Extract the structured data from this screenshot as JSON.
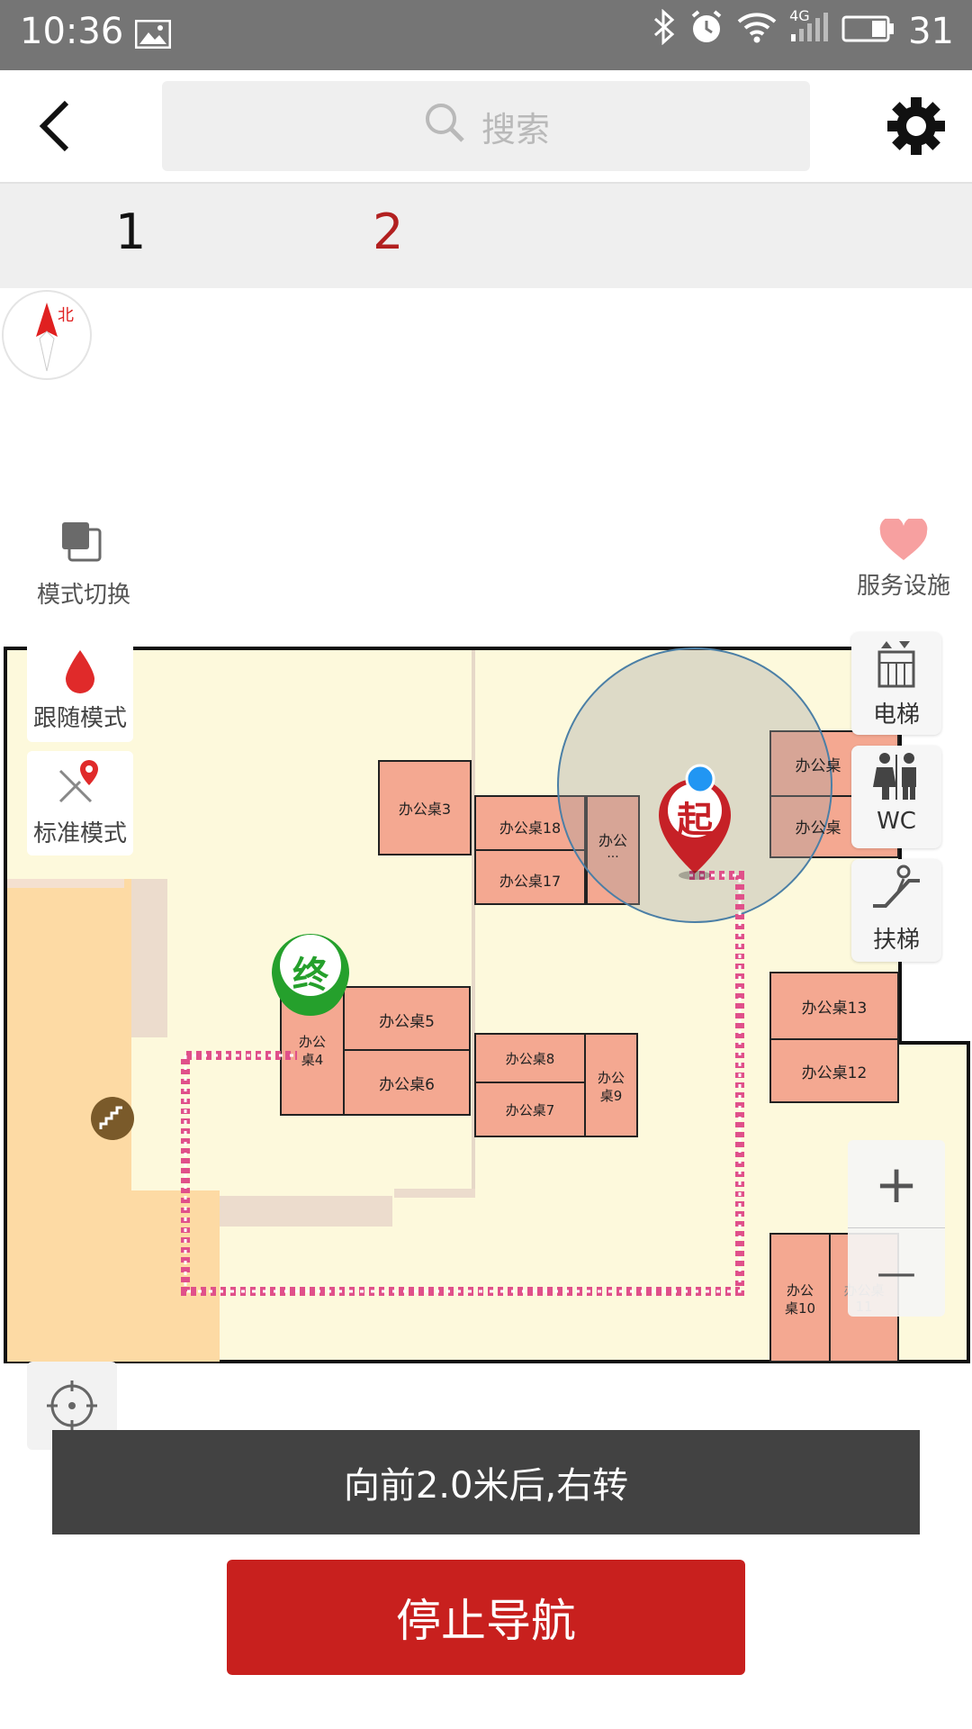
{
  "status": {
    "time": "10:36",
    "network": "4G",
    "battery": "31"
  },
  "header": {
    "search_placeholder": "搜索"
  },
  "floors": {
    "tab1": "1",
    "tab2": "2",
    "active_color": "#b22020"
  },
  "compass": {
    "label": "北"
  },
  "left_tools": {
    "mode_switch": "模式切换",
    "follow_mode": "跟随模式",
    "standard_mode": "标准模式"
  },
  "right_tools": {
    "services": "服务设施",
    "elevator": "电梯",
    "wc": "WC",
    "escalator": "扶梯"
  },
  "zoom": {
    "in": "+",
    "out": "—"
  },
  "map": {
    "markers": {
      "start": "起",
      "end": "终"
    },
    "desks": {
      "d3": "办公桌3",
      "d18": "办公桌18",
      "d17": "办公桌17",
      "dx": "办公",
      "dx2": "...",
      "d5": "办公桌5",
      "d6": "办公桌6",
      "d4a": "办公",
      "d4b": "桌4",
      "d8": "办公桌8",
      "d7": "办公桌7",
      "d9a": "办公",
      "d9b": "桌9",
      "d13": "办公桌13",
      "d12": "办公桌12",
      "d10a": "办公",
      "d10b": "桌10",
      "d11a": "办公桌",
      "d11b": "11",
      "tr1": "办公桌",
      "tr2": "办公桌"
    }
  },
  "navigation": {
    "instruction": "向前2.0米后,右转",
    "stop_label": "停止导航"
  },
  "colors": {
    "desk": "#f4a891",
    "floor_bg": "#fdf9dc",
    "route": "#e0508a",
    "stop_button": "#c8201e"
  }
}
